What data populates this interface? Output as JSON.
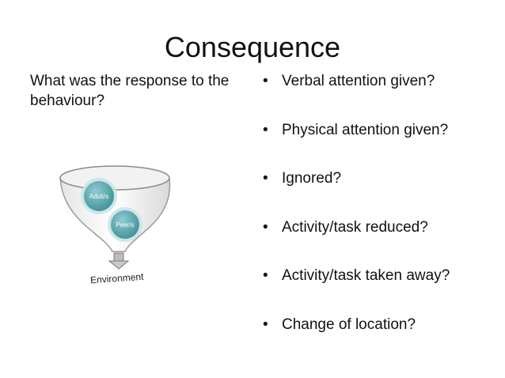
{
  "slide": {
    "title": "Consequence",
    "question": "What was the response to the behaviour?",
    "bullets": [
      "Verbal attention given?",
      "Physical attention given?",
      "Ignored?",
      "Activity/task reduced?",
      "Activity/task taken away?",
      "Change of location?"
    ]
  },
  "diagram": {
    "labels": {
      "circle1": "Adult/s",
      "circle2": "Peer/s",
      "base": "Environment"
    },
    "colors": {
      "circle_fill": "#5aa6ad",
      "circle_ring": "#c9e4e6",
      "funnel_stroke": "#9a9a9a"
    }
  }
}
